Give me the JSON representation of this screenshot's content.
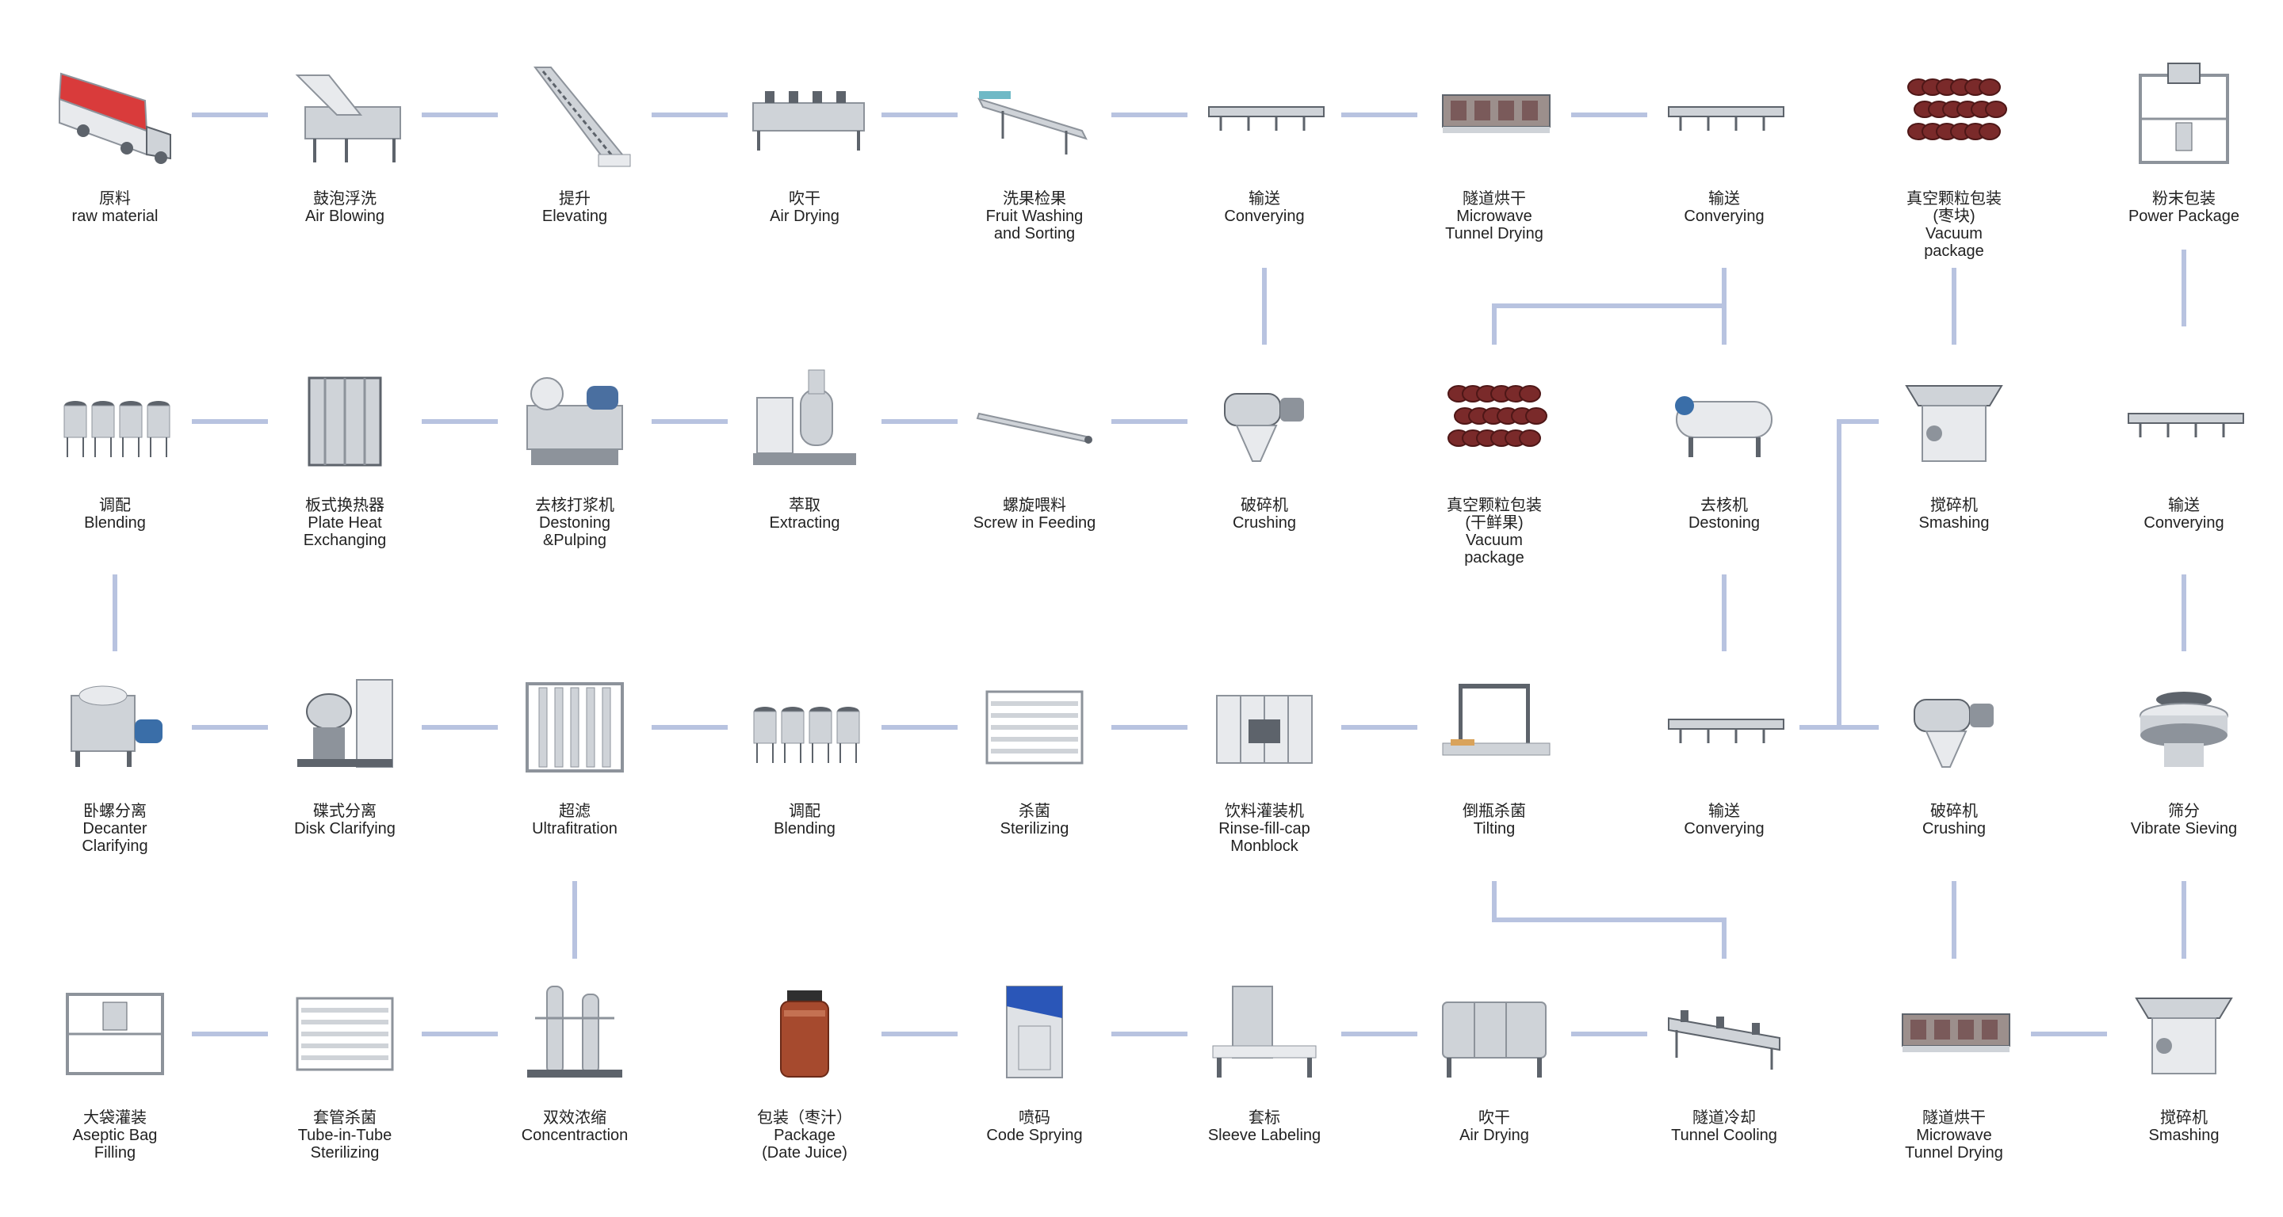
{
  "diagram": {
    "line_color": "#b8c3e0",
    "steps": [
      {
        "id": "r1c1",
        "label": "原料\nraw material",
        "icon": "truck-icon"
      },
      {
        "id": "r1c2",
        "label": "鼓泡浮洗\nAir Blowing",
        "icon": "washer-icon"
      },
      {
        "id": "r1c3",
        "label": "提升\nElevating",
        "icon": "elevator-icon"
      },
      {
        "id": "r1c4",
        "label": "吹干\nAir Drying",
        "icon": "air-dryer-icon"
      },
      {
        "id": "r1c5",
        "label": "洗果检果\nFruit Washing\nand Sorting",
        "icon": "sorting-conveyor-icon"
      },
      {
        "id": "r1c6",
        "label": "输送\nConverying",
        "icon": "conveyor-icon"
      },
      {
        "id": "r1c7",
        "label": "隧道烘干\nMicrowave\nTunnel Drying",
        "icon": "tunnel-dryer-icon"
      },
      {
        "id": "r1c8",
        "label": "输送\nConverying",
        "icon": "conveyor-icon"
      },
      {
        "id": "r1c9",
        "label": "真空颗粒包装\n(枣块)\nVacuum\npackage",
        "icon": "dates-icon"
      },
      {
        "id": "r1c10",
        "label": "粉末包装\nPower Package",
        "icon": "powder-packer-icon"
      },
      {
        "id": "r2c1",
        "label": "调配\nBlending",
        "icon": "blending-tanks-icon"
      },
      {
        "id": "r2c2",
        "label": "板式换热器\nPlate Heat\nExchanging",
        "icon": "plate-exchanger-icon"
      },
      {
        "id": "r2c3",
        "label": "去核打浆机\nDestoning\n&Pulping",
        "icon": "pulper-icon"
      },
      {
        "id": "r2c4",
        "label": "萃取\nExtracting",
        "icon": "extractor-icon"
      },
      {
        "id": "r2c5",
        "label": "螺旋喂料\nScrew in Feeding",
        "icon": "screw-feeder-icon"
      },
      {
        "id": "r2c6",
        "label": "破碎机\nCrushing",
        "icon": "crusher-icon"
      },
      {
        "id": "r2c7",
        "label": "真空颗粒包装\n(干鲜果)\nVacuum\npackage",
        "icon": "dates-icon"
      },
      {
        "id": "r2c8",
        "label": "去核机\nDestoning",
        "icon": "destoner-icon"
      },
      {
        "id": "r2c9",
        "label": "搅碎机\nSmashing",
        "icon": "smasher-icon"
      },
      {
        "id": "r2c10",
        "label": "输送\nConverying",
        "icon": "conveyor-icon"
      },
      {
        "id": "r3c1",
        "label": "卧螺分离\nDecanter\nClarifying",
        "icon": "decanter-icon"
      },
      {
        "id": "r3c2",
        "label": "碟式分离\nDisk Clarifying",
        "icon": "disk-separator-icon"
      },
      {
        "id": "r3c3",
        "label": "超滤\nUltrafitration",
        "icon": "ultrafiltration-icon"
      },
      {
        "id": "r3c4",
        "label": "调配\nBlending",
        "icon": "blending-tanks-icon"
      },
      {
        "id": "r3c5",
        "label": "杀菌\nSterilizing",
        "icon": "sterilizer-icon"
      },
      {
        "id": "r3c6",
        "label": "饮料灌装机\nRinse-fill-cap\nMonblock",
        "icon": "filling-machine-icon"
      },
      {
        "id": "r3c7",
        "label": "倒瓶杀菌\nTilting",
        "icon": "tilting-icon"
      },
      {
        "id": "r3c8",
        "label": "输送\nConverying",
        "icon": "conveyor-icon"
      },
      {
        "id": "r3c9",
        "label": "破碎机\nCrushing",
        "icon": "crusher-icon"
      },
      {
        "id": "r3c10",
        "label": "筛分\nVibrate Sieving",
        "icon": "sieve-icon"
      },
      {
        "id": "r4c1",
        "label": "大袋灌装\nAseptic Bag\nFilling",
        "icon": "bag-filler-icon"
      },
      {
        "id": "r4c2",
        "label": "套管杀菌\nTube-in-Tube\nSterilizing",
        "icon": "tube-sterilizer-icon"
      },
      {
        "id": "r4c3",
        "label": "双效浓缩\nConcentraction",
        "icon": "evaporator-icon"
      },
      {
        "id": "r4c4",
        "label": "包装（枣汁）\nPackage\n(Date Juice)",
        "icon": "juice-jar-icon"
      },
      {
        "id": "r4c5",
        "label": "喷码\nCode Sprying",
        "icon": "coder-icon"
      },
      {
        "id": "r4c6",
        "label": "套标\nSleeve Labeling",
        "icon": "labeler-icon"
      },
      {
        "id": "r4c7",
        "label": "吹干\nAir Drying",
        "icon": "air-knife-icon"
      },
      {
        "id": "r4c8",
        "label": "隧道冷却\nTunnel Cooling",
        "icon": "cooling-tunnel-icon"
      },
      {
        "id": "r4c9",
        "label": "隧道烘干\nMicrowave\nTunnel Drying",
        "icon": "tunnel-dryer-icon"
      },
      {
        "id": "r4c10",
        "label": "搅碎机\nSmashing",
        "icon": "smasher-icon"
      }
    ]
  }
}
